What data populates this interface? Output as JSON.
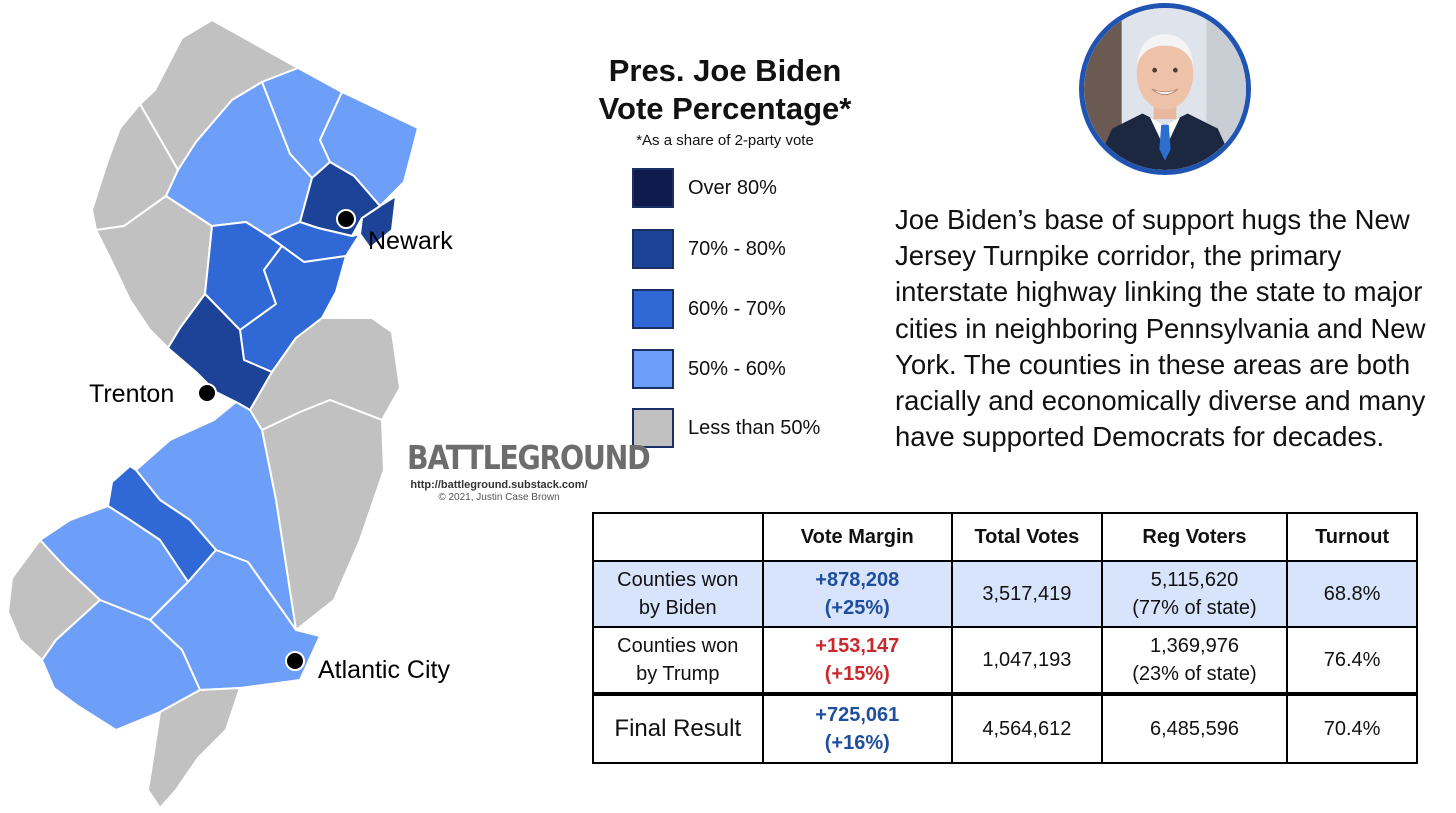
{
  "legend": {
    "title_line1": "Pres. Joe Biden",
    "title_line2": "Vote Percentage*",
    "subtitle": "*As a share of 2-party vote",
    "items": [
      {
        "label": "Over 80%",
        "color": "#0f1b4d"
      },
      {
        "label": "70% - 80%",
        "color": "#1c4397"
      },
      {
        "label": "60% - 70%",
        "color": "#3068d6"
      },
      {
        "label": "50% - 60%",
        "color": "#6d9ef8"
      },
      {
        "label": "Less than 50%",
        "color": "#c1c1c1"
      }
    ]
  },
  "map": {
    "cities": [
      {
        "name": "Newark"
      },
      {
        "name": "Trenton"
      },
      {
        "name": "Atlantic City"
      }
    ]
  },
  "brand": {
    "name": "BATTLEGROUND",
    "url": "http://battleground.substack.com/",
    "copyright": "© 2021, Justin Case Brown"
  },
  "description": "Joe Biden’s base of support hugs the New Jersey Turnpike corridor, the primary interstate highway linking the state to major cities in neighboring Pennsylvania and New York. The counties in these areas are both racially and economically diverse and many have supported Democrats for decades.",
  "table": {
    "headers": [
      "",
      "Vote Margin",
      "Total Votes",
      "Reg Voters",
      "Turnout"
    ],
    "rows": [
      {
        "label_1": "Counties won",
        "label_2": "by Biden",
        "margin_1": "+878,208",
        "margin_2": "(+25%)",
        "total": "3,517,419",
        "reg_1": "5,115,620",
        "reg_2": "(77% of state)",
        "turnout": "68.8%"
      },
      {
        "label_1": "Counties won",
        "label_2": "by Trump",
        "margin_1": "+153,147",
        "margin_2": "(+15%)",
        "total": "1,047,193",
        "reg_1": "1,369,976",
        "reg_2": "(23% of state)",
        "turnout": "76.4%"
      },
      {
        "label": "Final Result",
        "margin_1": "+725,061",
        "margin_2": "(+16%)",
        "total": "4,564,612",
        "reg": "6,485,596",
        "turnout": "70.4%"
      }
    ]
  }
}
